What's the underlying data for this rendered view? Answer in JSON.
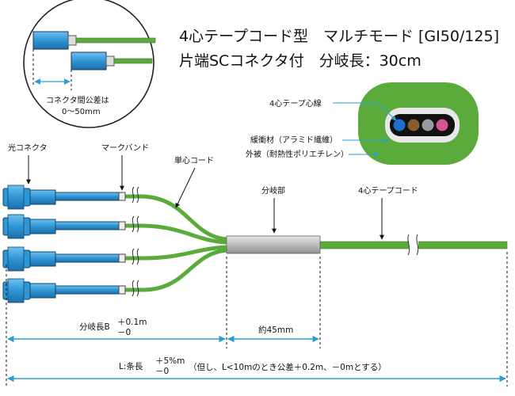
{
  "title": {
    "line1": "4心テープコード型　マルチモード [GI50/125]",
    "line2": "片端SCコネクタ付　分岐長：30cm"
  },
  "inset": {
    "tolerance_label_1": "コネクタ間公差は",
    "tolerance_label_2": "0～50mm"
  },
  "cross_section": {
    "core_label": "4心テープ心線",
    "aramid_label": "緩衝材（アラミド繊維）",
    "jacket_label": "外被（耐熱性ポリエチレン）",
    "fiber_colors": [
      "#1e6fd0",
      "#8b5a2b",
      "#9a9a9a",
      "#d4558f"
    ],
    "jacket_color": "#5aab3c"
  },
  "labels": {
    "optical_connector": "光コネクタ",
    "mark_band": "マークバンド",
    "single_cord": "単心コード",
    "branch_part": "分岐部",
    "tape_cord": "4心テープコード"
  },
  "dimensions": {
    "branch_length_label": "分岐長B",
    "branch_tol_plus": "＋0.1m",
    "branch_tol_minus": "－0",
    "branch_body_label": "約45mm",
    "length_label": "L:条長",
    "length_tol_plus": "＋5%m",
    "length_tol_minus": "－0",
    "length_note": "（但し、L<10mのとき公差＋0.2m、－0mとする）"
  },
  "colors": {
    "cord_green": "#5aab3c",
    "connector_blue": "#3a9bd9",
    "dimension_blue": "#2a9fd6",
    "branch_gray": "#b8b8b8"
  }
}
